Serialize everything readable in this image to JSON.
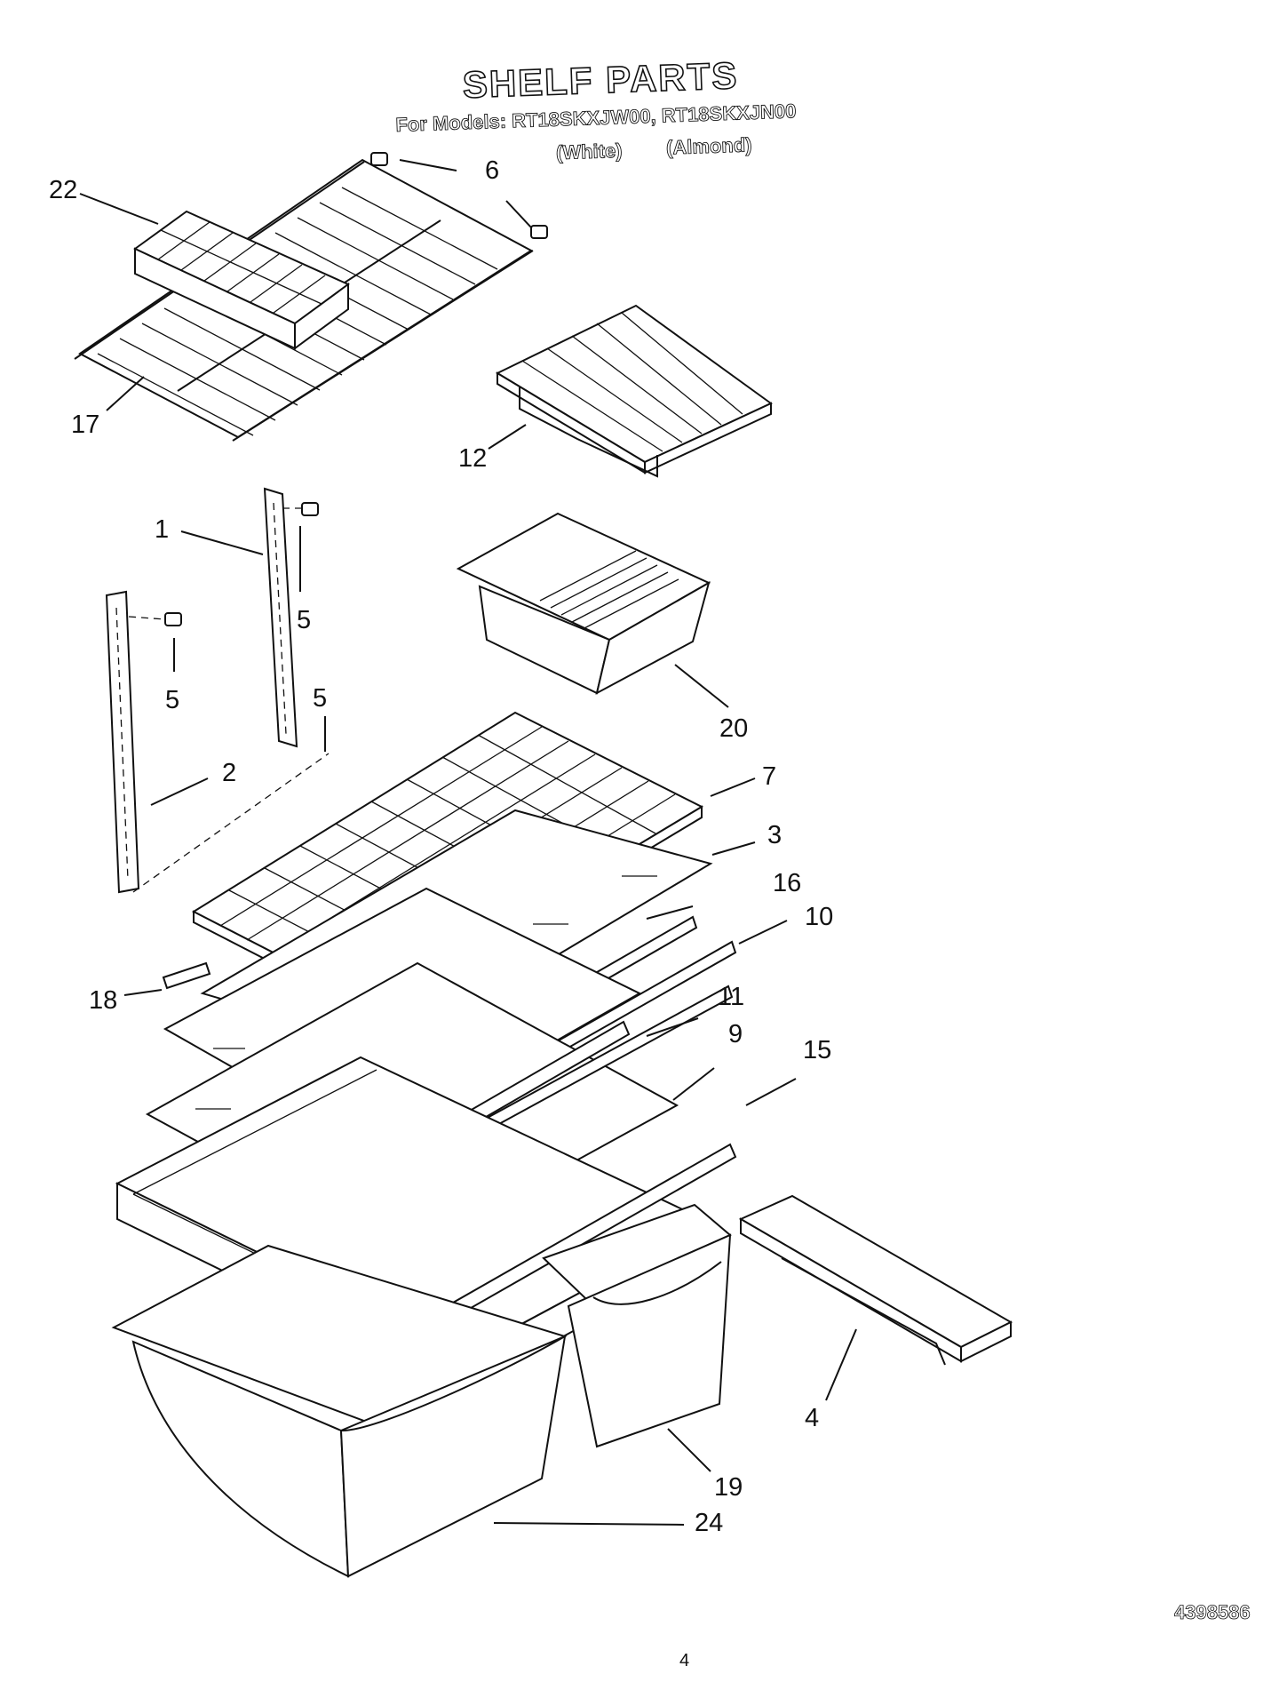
{
  "header": {
    "title": "SHELF PARTS",
    "models_line": "For Models: RT18SKXJW00, RT18SKXJN00",
    "variant_white": "(White)",
    "variant_almond": "(Almond)"
  },
  "callouts": [
    "22",
    "6",
    "17",
    "12",
    "1",
    "5",
    "5",
    "5",
    "2",
    "20",
    "7",
    "3",
    "16",
    "10",
    "18",
    "11",
    "9",
    "15",
    "4",
    "19",
    "24"
  ],
  "footer": {
    "doc_number": "4398586",
    "page_number": "4"
  }
}
